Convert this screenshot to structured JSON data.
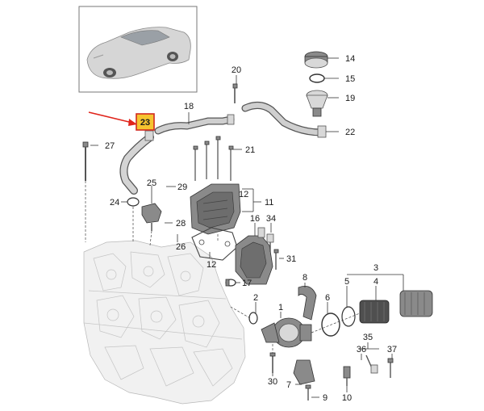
{
  "diagram": {
    "highlighted_part": "23",
    "highlight_color": "#f5c430",
    "highlight_border": "#d12a1f",
    "arrow_color": "#e0241b",
    "callouts": [
      "1",
      "2",
      "3",
      "4",
      "5",
      "6",
      "7",
      "8",
      "9",
      "10",
      "11",
      "12",
      "12",
      "14",
      "15",
      "16",
      "17",
      "18",
      "19",
      "20",
      "21",
      "22",
      "23",
      "24",
      "25",
      "26",
      "27",
      "28",
      "29",
      "30",
      "31",
      "34",
      "35",
      "36",
      "37"
    ]
  }
}
